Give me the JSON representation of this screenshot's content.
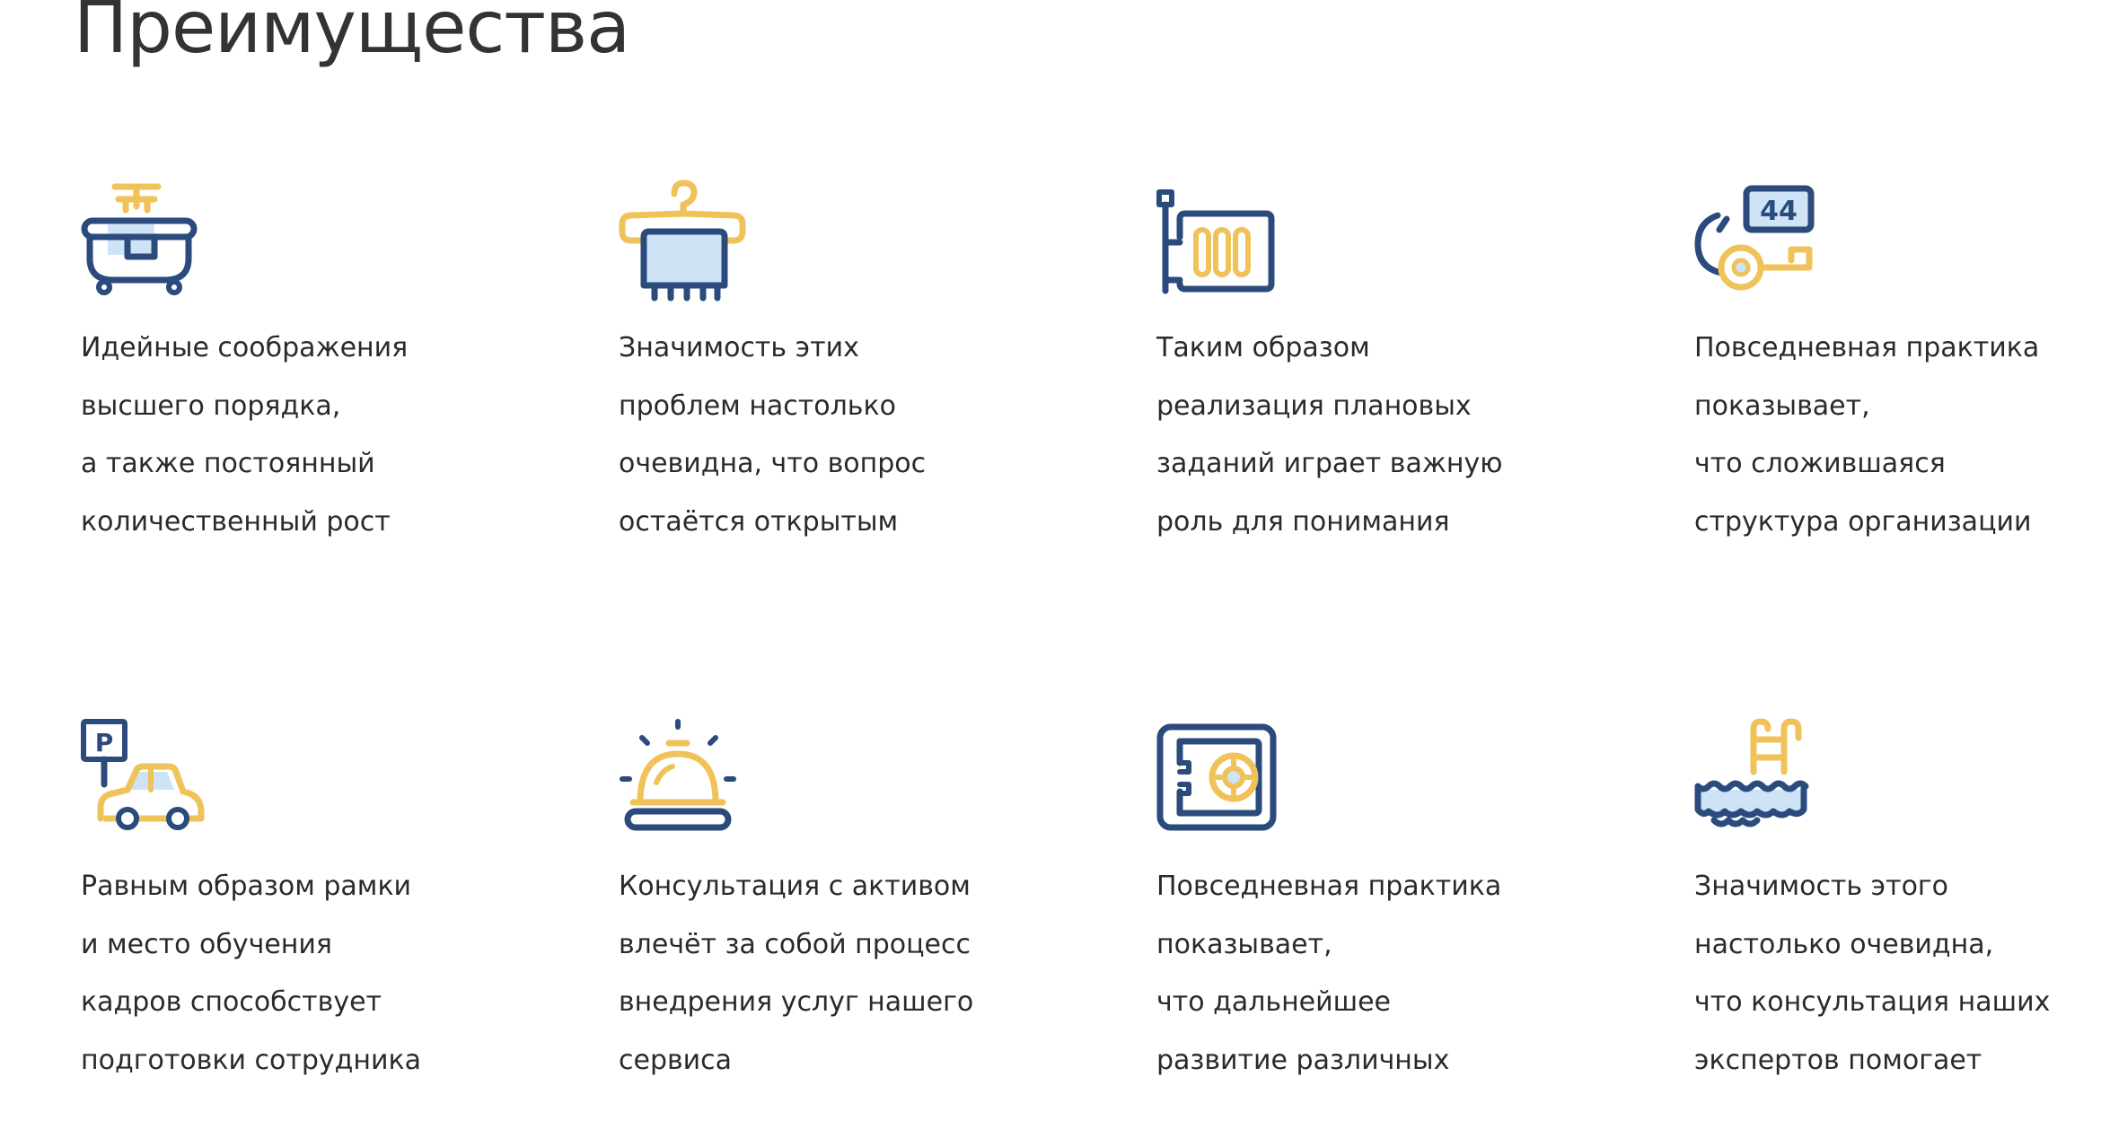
{
  "page": {
    "title": "Преимущества"
  },
  "colors": {
    "navy": "#2a4b7c",
    "gold": "#f0c25a",
    "light_blue": "#cfe3f7",
    "text": "#2a2a2a"
  },
  "advantages": [
    {
      "icon": "bathtub-icon",
      "lines": [
        "Идейные соображения",
        "высшего порядка,",
        "а также постоянный",
        "количественный рост"
      ]
    },
    {
      "icon": "towel-hanger-icon",
      "lines": [
        "Значимость этих",
        "проблем настолько",
        "очевидна, что вопрос",
        "остаётся открытым"
      ]
    },
    {
      "icon": "radiator-icon",
      "lines": [
        "Таким образом",
        "реализация плановых",
        "заданий играет важную",
        "роль для понимания"
      ]
    },
    {
      "icon": "room-key-icon",
      "key_tag": "44",
      "lines": [
        "Повседневная практика",
        "показывает,",
        "что сложившаяся",
        "структура организации"
      ]
    },
    {
      "icon": "parking-car-icon",
      "parking_sign": "P",
      "lines": [
        "Равным образом рамки",
        "и место обучения",
        "кадров способствует",
        "подготовки сотрудника"
      ]
    },
    {
      "icon": "service-bell-icon",
      "lines": [
        "Консультация с активом",
        "влечёт за собой процесс",
        "внедрения услуг нашего",
        "сервиса"
      ]
    },
    {
      "icon": "safe-icon",
      "lines": [
        "Повседневная практика",
        "показывает,",
        "что дальнейшее",
        "развитие различных"
      ]
    },
    {
      "icon": "swimming-pool-icon",
      "lines": [
        "Значимость этого",
        "настолько очевидна,",
        "что консультация наших",
        "экспертов помогает"
      ]
    }
  ]
}
